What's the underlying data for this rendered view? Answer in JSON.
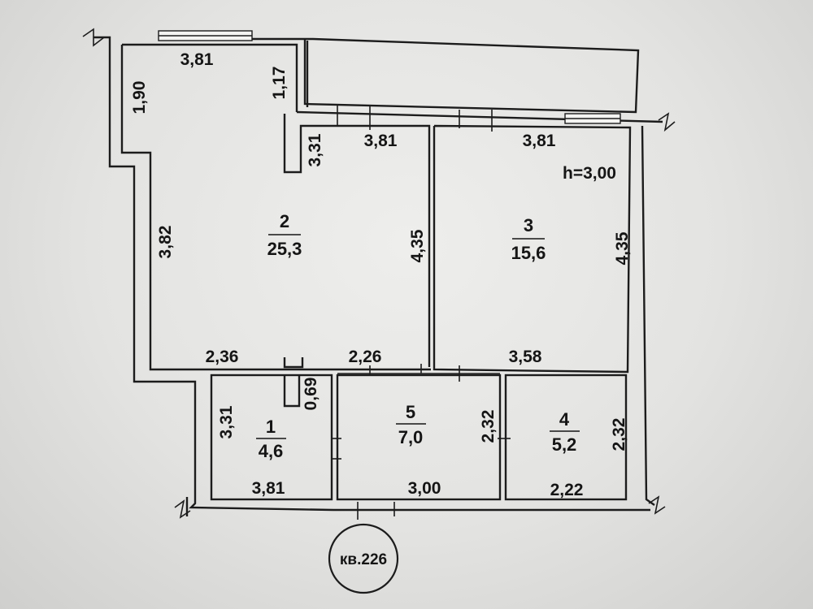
{
  "rooms": [
    {
      "number": "1",
      "area": "4,6"
    },
    {
      "number": "2",
      "area": "25,3"
    },
    {
      "number": "3",
      "area": "15,6"
    },
    {
      "number": "4",
      "area": "5,2"
    },
    {
      "number": "5",
      "area": "7,0"
    }
  ],
  "ceiling_height": "h=3,00",
  "apartment_label": "кв.226",
  "dimensions": {
    "room2_top": "3,81",
    "room2_left_upper": "1,90",
    "room2_niche_right": "1,17",
    "room2_niche_lower": "3,31",
    "room2_top_right": "3,81",
    "room2_left": "3,82",
    "room2_right": "4,35",
    "room2_bottom_left": "2,36",
    "room2_bottom_right": "2,26",
    "room3_top": "3,81",
    "room3_right": "4,35",
    "room3_bottom": "3,58",
    "room1_left": "3,31",
    "room1_bottom": "3,81",
    "room1_door": "0,69",
    "room5_right": "2,32",
    "room5_bottom": "3,00",
    "room4_right": "2,32",
    "room4_bottom": "2,22"
  }
}
